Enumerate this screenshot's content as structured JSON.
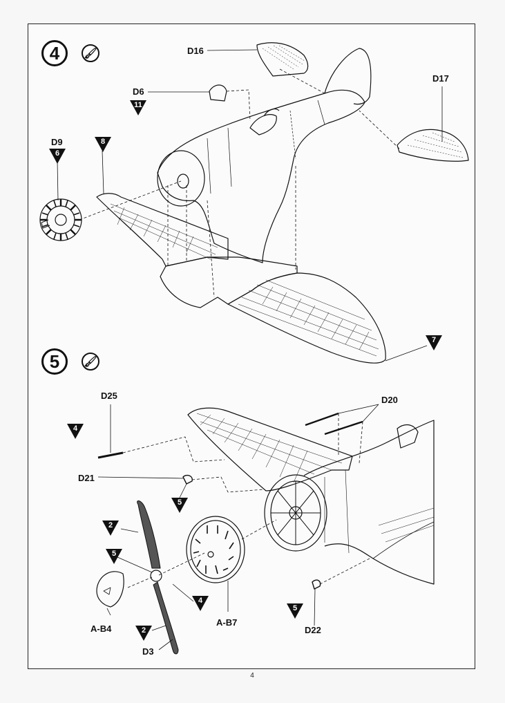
{
  "steps": [
    {
      "number": "4"
    },
    {
      "number": "5"
    }
  ],
  "glue_icon_name": "cement-brush-icon",
  "step4_labels": {
    "d16": "D16",
    "d17": "D17",
    "d6": "D6",
    "d9": "D9"
  },
  "step4_badges": {
    "d6_color": "11",
    "d9_color": "6",
    "wing_color": "8",
    "underside_color": "7"
  },
  "step5_labels": {
    "d25": "D25",
    "d20": "D20",
    "d21": "D21",
    "d22": "D22",
    "ab4": "A-B4",
    "ab7": "A-B7",
    "d3": "D3"
  },
  "step5_badges": {
    "d25_color": "4",
    "d21_color": "5",
    "prop_color": "2",
    "hub_color": "5",
    "blade_tip_color": "4",
    "d3_color": "2",
    "d22_color": "5"
  },
  "page_number": "4"
}
